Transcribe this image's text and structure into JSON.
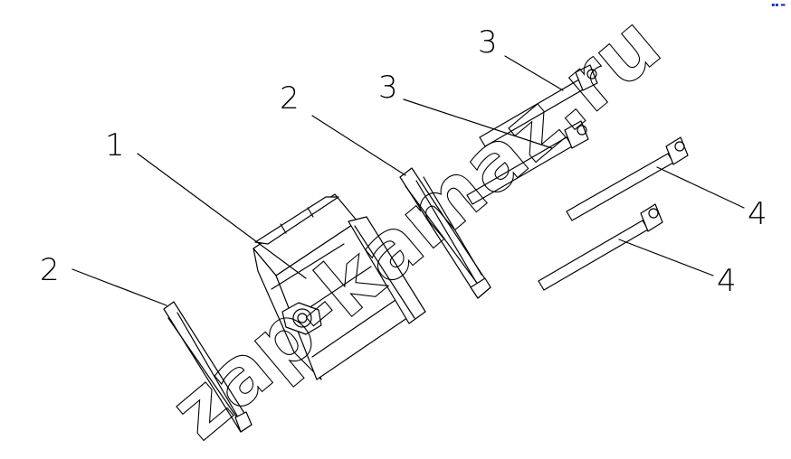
{
  "callouts": [
    {
      "label": "1"
    },
    {
      "label": "2"
    },
    {
      "label": "2"
    },
    {
      "label": "3"
    },
    {
      "label": "3"
    },
    {
      "label": "4"
    },
    {
      "label": "4"
    }
  ],
  "watermark": "zap-kamaz.ru",
  "corner_mark": "▪▪ ▬",
  "colors": {
    "line": "#000000",
    "background": "#ffffff",
    "corner_mark": "#1a33cc"
  }
}
